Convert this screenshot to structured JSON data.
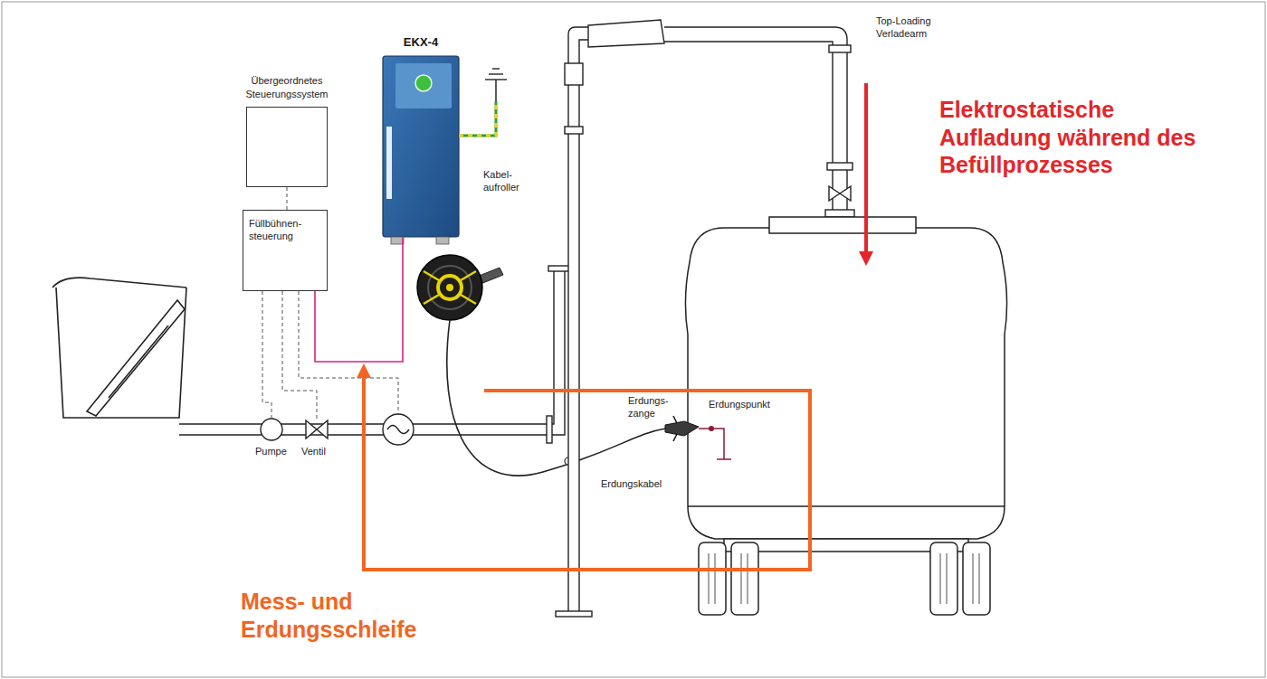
{
  "diagram": {
    "nodes": [
      {
        "text": [
          "Übergeordnetes Steuerungssystem"
        ]
      },
      {
        "text": [
          "Füllbühnen- steuerung"
        ]
      },
      {
        "text": [
          "EKX-4"
        ]
      }
    ],
    "edges": [
      {
        "from": 0,
        "to": 1,
        "arrow": "none"
      },
      {
        "from": 1,
        "to": 2,
        "arrow": "none"
      }
    ],
    "labels": [
      "Top-Loading Verladearm",
      "Elektrostatische Aufladung während des Befüllprozesses",
      "Kabel- aufroller",
      "Pumpe",
      "Ventil",
      "Erdungs- zange",
      "Erdungspunkt",
      "Erdungskabel",
      "Mess- und Erdungsschleife"
    ]
  }
}
